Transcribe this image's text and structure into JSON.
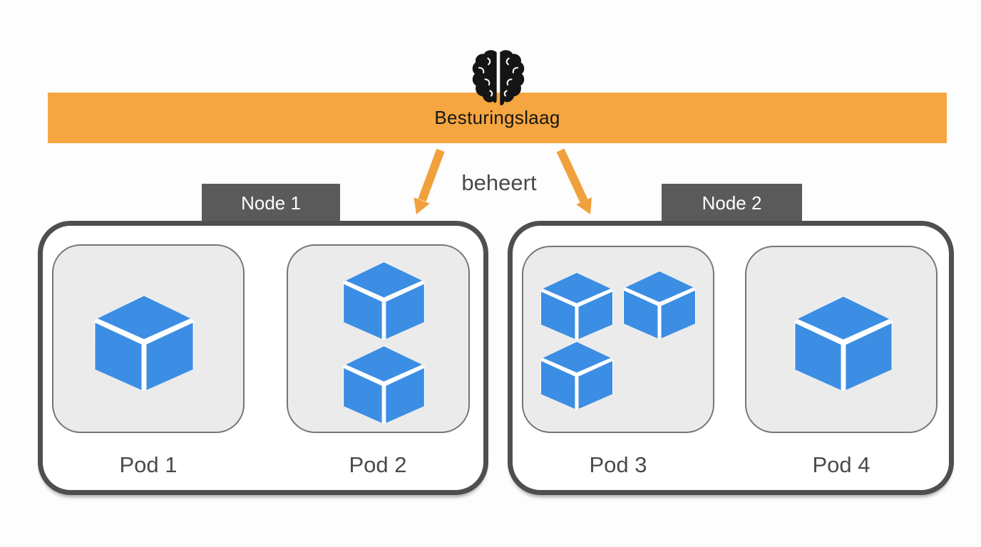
{
  "control_plane": {
    "label": "Besturingslaag",
    "icon": "brain-icon"
  },
  "manages_label": "beheert",
  "nodes": [
    {
      "label": "Node 1",
      "pods": [
        {
          "label": "Pod 1",
          "containers": 1
        },
        {
          "label": "Pod 2",
          "containers": 2
        }
      ]
    },
    {
      "label": "Node 2",
      "pods": [
        {
          "label": "Pod 3",
          "containers": 3
        },
        {
          "label": "Pod 4",
          "containers": 1
        }
      ]
    }
  ],
  "colors": {
    "bar_orange": "#F6A640",
    "arrow_orange": "#F0A13D",
    "container_blue": "#3B8EE4",
    "node_border": "#4F4F4F",
    "tab_bg": "#5A5A5A",
    "pod_bg": "#EBEBEB",
    "pod_border": "#757575",
    "text_gray": "#4A4A4A",
    "brain_black": "#151515"
  }
}
